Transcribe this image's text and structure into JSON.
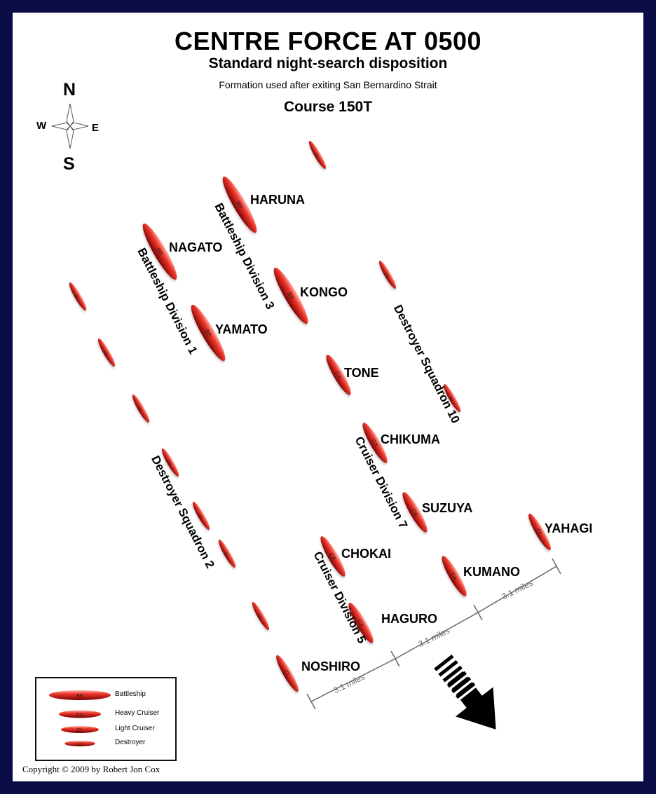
{
  "header": {
    "title": "CENTRE FORCE AT 0500",
    "subtitle": "Standard night-search disposition",
    "note": "Formation used after exiting San Bernardino Strait",
    "course": "Course 150T"
  },
  "compass": {
    "n": "N",
    "s": "S",
    "e": "E",
    "w": "W"
  },
  "ships": [
    {
      "type": "DD",
      "tag": "DD",
      "name": ""
    },
    {
      "type": "BB",
      "tag": "BB",
      "name": "HARUNA"
    },
    {
      "type": "BB",
      "tag": "BB",
      "name": "NAGATO"
    },
    {
      "type": "BB",
      "tag": "BB",
      "name": "KONGO"
    },
    {
      "type": "BB",
      "tag": "BB",
      "name": "YAMATO"
    },
    {
      "type": "DD",
      "tag": "DD",
      "name": ""
    },
    {
      "type": "DD",
      "tag": "DD",
      "name": ""
    },
    {
      "type": "DD",
      "tag": "DD",
      "name": ""
    },
    {
      "type": "DD",
      "tag": "DD",
      "name": ""
    },
    {
      "type": "CA",
      "tag": "CA",
      "name": "TONE"
    },
    {
      "type": "DD",
      "tag": "DD",
      "name": ""
    },
    {
      "type": "CA",
      "tag": "CA",
      "name": "CHIKUMA"
    },
    {
      "type": "DD",
      "tag": "DD",
      "name": ""
    },
    {
      "type": "CA",
      "tag": "CA",
      "name": "SUZUYA"
    },
    {
      "type": "DD",
      "tag": "DD",
      "name": ""
    },
    {
      "type": "CL",
      "tag": "CL",
      "name": "YAHAGI"
    },
    {
      "type": "CA",
      "tag": "CA",
      "name": "CHOKAI"
    },
    {
      "type": "DD",
      "tag": "DD",
      "name": ""
    },
    {
      "type": "CA",
      "tag": "CA",
      "name": "KUMANO"
    },
    {
      "type": "DD",
      "tag": "DD",
      "name": ""
    },
    {
      "type": "CA",
      "tag": "CA",
      "name": "HAGURO"
    },
    {
      "type": "CL",
      "tag": "CL",
      "name": "NOSHIRO"
    }
  ],
  "groups": {
    "batdiv3": "Battleship Division 3",
    "batdiv1": "Battleship Division 1",
    "desron10": "Destroyer Squadron 10",
    "desron2": "Destroyer Squadron 2",
    "crudiv7": "Cruiser Division 7",
    "crudiv5": "Cruiser Division 5"
  },
  "distances": [
    "3.1 miles",
    "3.1 miles",
    "3.1 miles"
  ],
  "legend": [
    {
      "tag": "BB",
      "label": "Battleship"
    },
    {
      "tag": "CA",
      "label": "Heavy Cruiser"
    },
    {
      "tag": "CL",
      "label": "Light Cruiser"
    },
    {
      "tag": "DD",
      "label": "Destroyer"
    }
  ],
  "colors": {
    "frame": "#0b0b45",
    "ship_light": "#ff8a80",
    "ship_mid": "#e2231a",
    "ship_dark": "#7a0000"
  },
  "copyright": "Copyright © 2009 by Robert Jon Cox"
}
